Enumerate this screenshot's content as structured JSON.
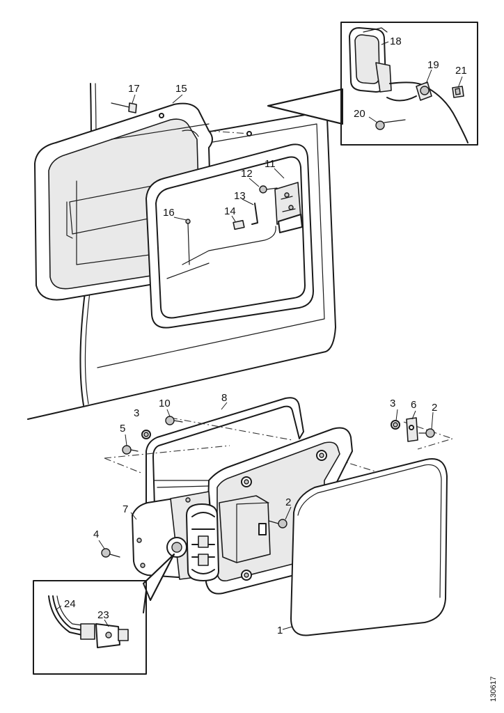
{
  "callouts": {
    "c1": "1",
    "c2a": "2",
    "c2b": "2",
    "c3a": "3",
    "c3b": "3",
    "c4": "4",
    "c5": "5",
    "c6": "6",
    "c7": "7",
    "c8": "8",
    "c10": "10",
    "c11": "11",
    "c12": "12",
    "c13": "13",
    "c14": "14",
    "c15": "15",
    "c16": "16",
    "c17": "17",
    "c18": "18",
    "c19": "19",
    "c20": "20",
    "c21": "21",
    "c23": "23",
    "c24": "24"
  },
  "reference_number": "130617"
}
